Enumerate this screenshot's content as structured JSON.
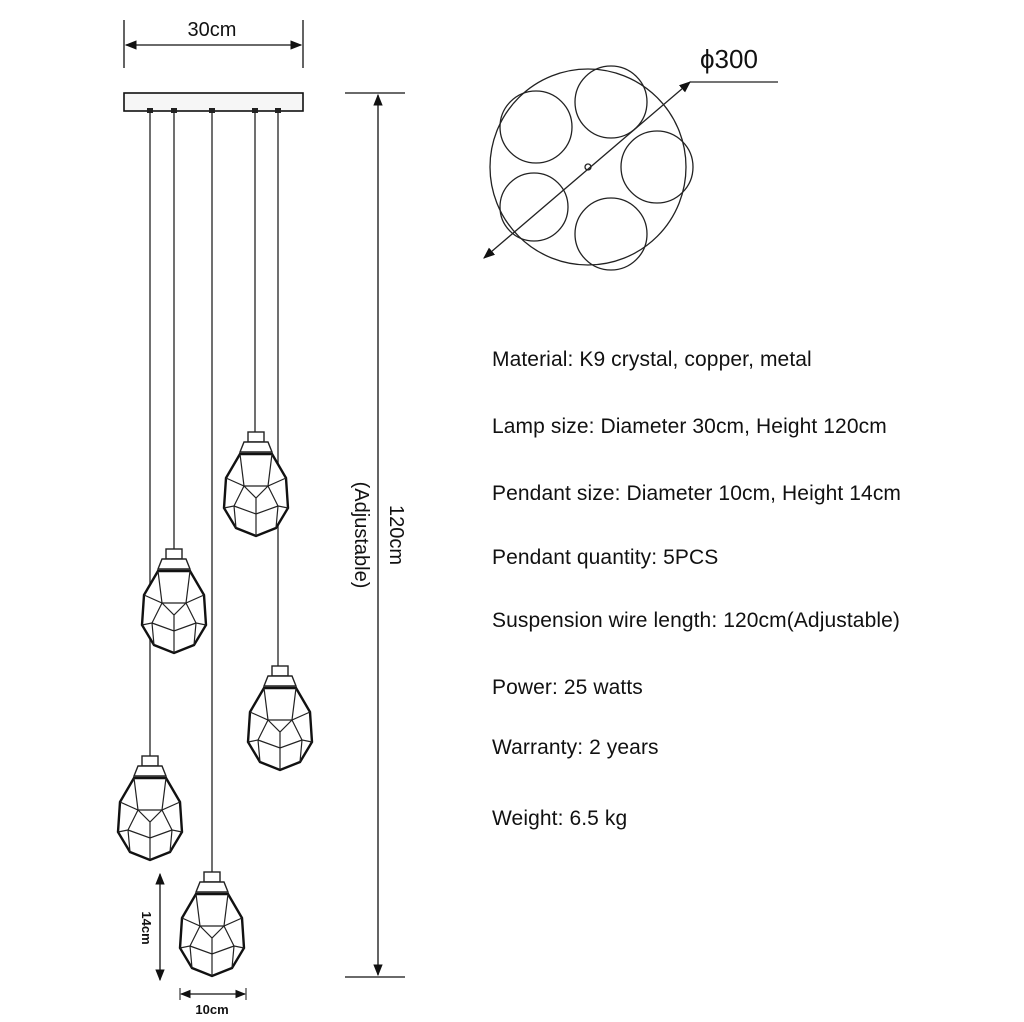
{
  "dimensions": {
    "canopy_width": "30cm",
    "canopy_diameter": "ϕ300",
    "total_height": "120cm",
    "adjustable": "(Adjustable)",
    "pendant_height": "14cm",
    "pendant_width": "10cm"
  },
  "specs": [
    {
      "label": "Material: K9 crystal, copper, metal"
    },
    {
      "label": "Lamp size: Diameter 30cm, Height 120cm"
    },
    {
      "label": "Pendant size: Diameter 10cm, Height 14cm"
    },
    {
      "label": "Pendant quantity: 5PCS"
    },
    {
      "label": "Suspension wire length: 120cm(Adjustable)"
    },
    {
      "label": "Power: 25 watts"
    },
    {
      "label": "Warranty: 2 years"
    },
    {
      "label": "Weight: 6.5 kg"
    }
  ],
  "colors": {
    "line": "#1a1a1a",
    "canopy_fill": "#f6f6f6"
  }
}
